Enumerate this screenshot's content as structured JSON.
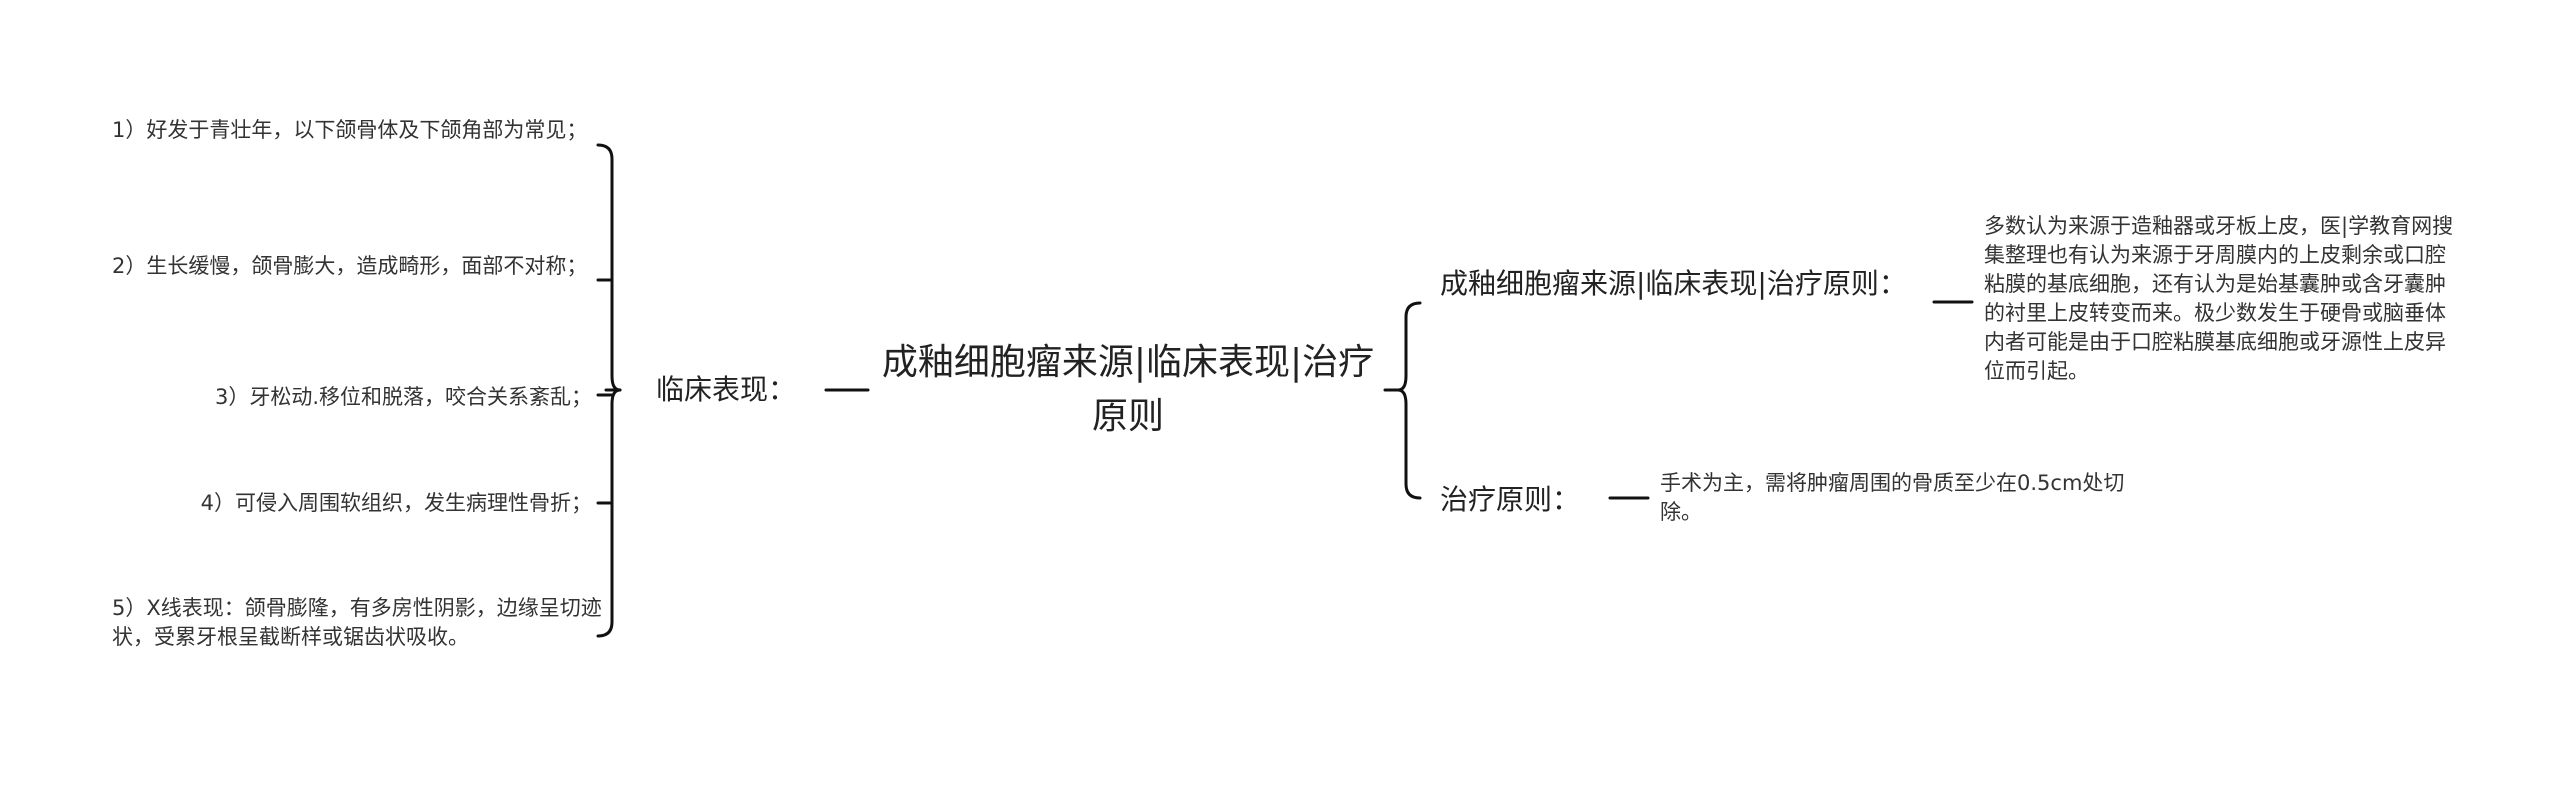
{
  "root": {
    "title": "成釉细胞瘤来源|临床表现|治疗原则"
  },
  "left_branch": {
    "label": "临床表现：",
    "items": [
      "1）好发于青壮年，以下颌骨体及下颌角部为常见；",
      "2）生长缓慢，颌骨膨大，造成畸形，面部不对称；",
      "3）牙松动.移位和脱落，咬合关系紊乱；",
      "4）可侵入周围软组织，发生病理性骨折；",
      "5）X线表现：颌骨膨隆，有多房性阴影，边缘呈切迹状，受累牙根呈截断样或锯齿状吸收。"
    ]
  },
  "right_branches": [
    {
      "label": "成釉细胞瘤来源|临床表现|治疗原则：",
      "detail": "多数认为来源于造釉器或牙板上皮，医|学教育网搜集整理也有认为来源于牙周膜内的上皮剩余或口腔粘膜的基底细胞，还有认为是始基囊肿或含牙囊肿的衬里上皮转变而来。极少数发生于硬骨或脑垂体内者可能是由于口腔粘膜基底细胞或牙源性上皮异位而引起。"
    },
    {
      "label": "治疗原则：",
      "detail": "手术为主，需将肿瘤周围的骨质至少在0.5cm处切除。"
    }
  ]
}
